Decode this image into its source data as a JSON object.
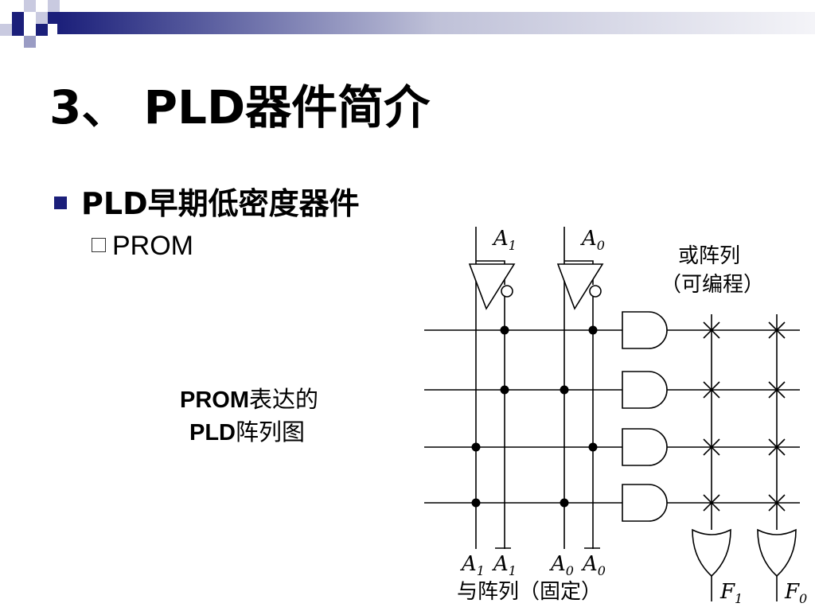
{
  "slide": {
    "title": "3、 PLD器件简介",
    "bullet1": "PLD早期低密度器件",
    "bullet2": "PROM",
    "caption_line1_bold": "PROM",
    "caption_line1_text": "表达的",
    "caption_line2_bold": "PLD",
    "caption_line2_text": "阵列图"
  },
  "diagram": {
    "input_a1": "A",
    "input_a1_sub": "1",
    "input_a0": "A",
    "input_a0_sub": "0",
    "or_array_label": "或阵列",
    "or_array_sublabel": "（可编程）",
    "bottom_a1": "A",
    "bottom_a1_sub": "1",
    "bottom_a1bar": "A",
    "bottom_a1bar_sub": "1",
    "bottom_a0": "A",
    "bottom_a0_sub": "0",
    "bottom_a0bar": "A",
    "bottom_a0bar_sub": "0",
    "and_array_label": "与阵列（固定）",
    "output_f1": "F",
    "output_f1_sub": "1",
    "output_f0": "F",
    "output_f0_sub": "0"
  },
  "colors": {
    "accent": "#1b1f7a",
    "line": "#000000",
    "grid_line": "#333333"
  }
}
